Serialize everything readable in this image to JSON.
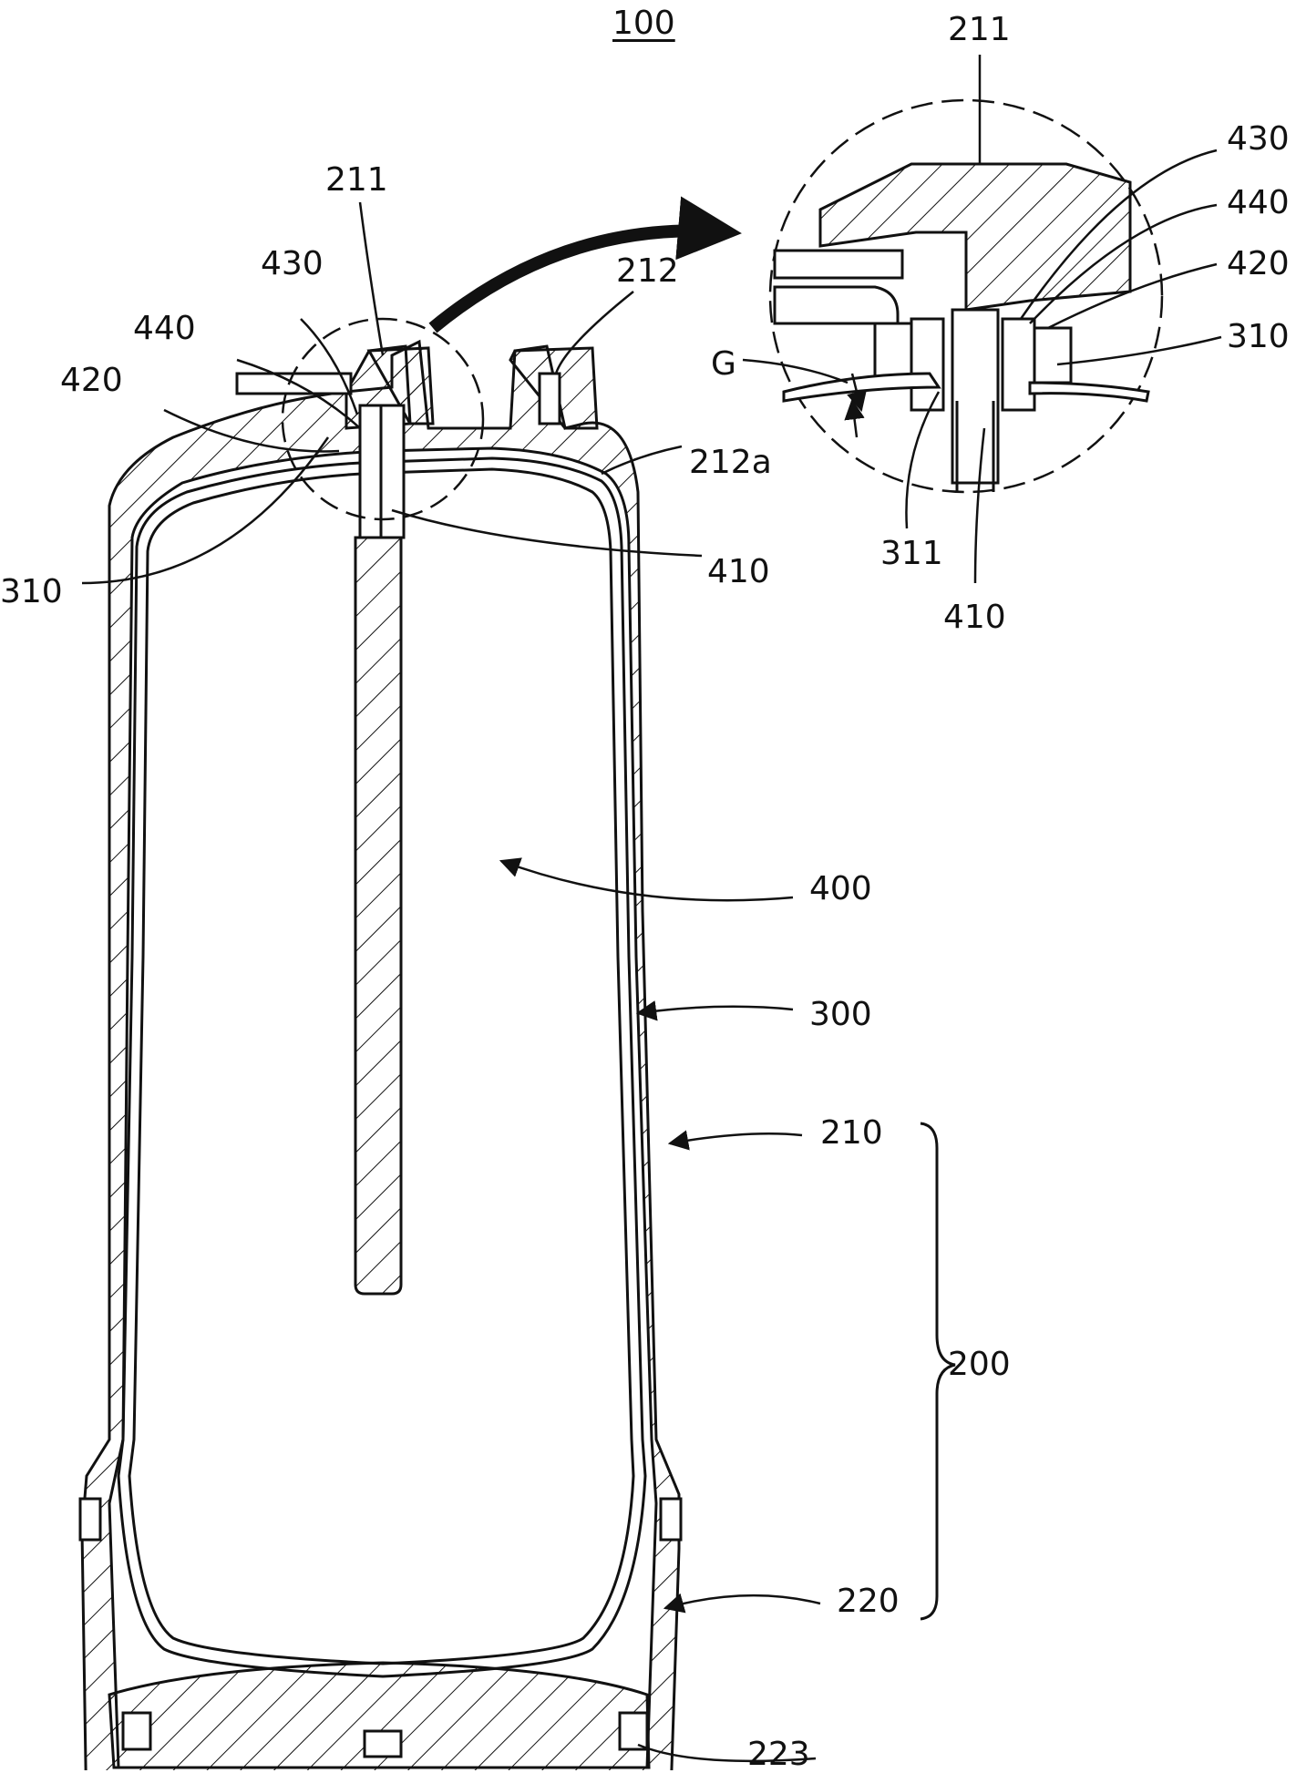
{
  "figure_number": "100",
  "labels": {
    "main": {
      "l211": "211",
      "l212": "212",
      "l212a": "212a",
      "l430": "430",
      "l440": "440",
      "l420": "420",
      "l310": "310",
      "l410": "410",
      "l400": "400",
      "l300": "300",
      "l210": "210",
      "l200": "200",
      "l220": "220",
      "l223": "223"
    },
    "detail": {
      "l211": "211",
      "l430": "430",
      "l440": "440",
      "l420": "420",
      "l310": "310",
      "lG": "G",
      "l311": "311",
      "l410": "410"
    }
  },
  "colors": {
    "ink": "#111111",
    "paper": "#ffffff"
  }
}
